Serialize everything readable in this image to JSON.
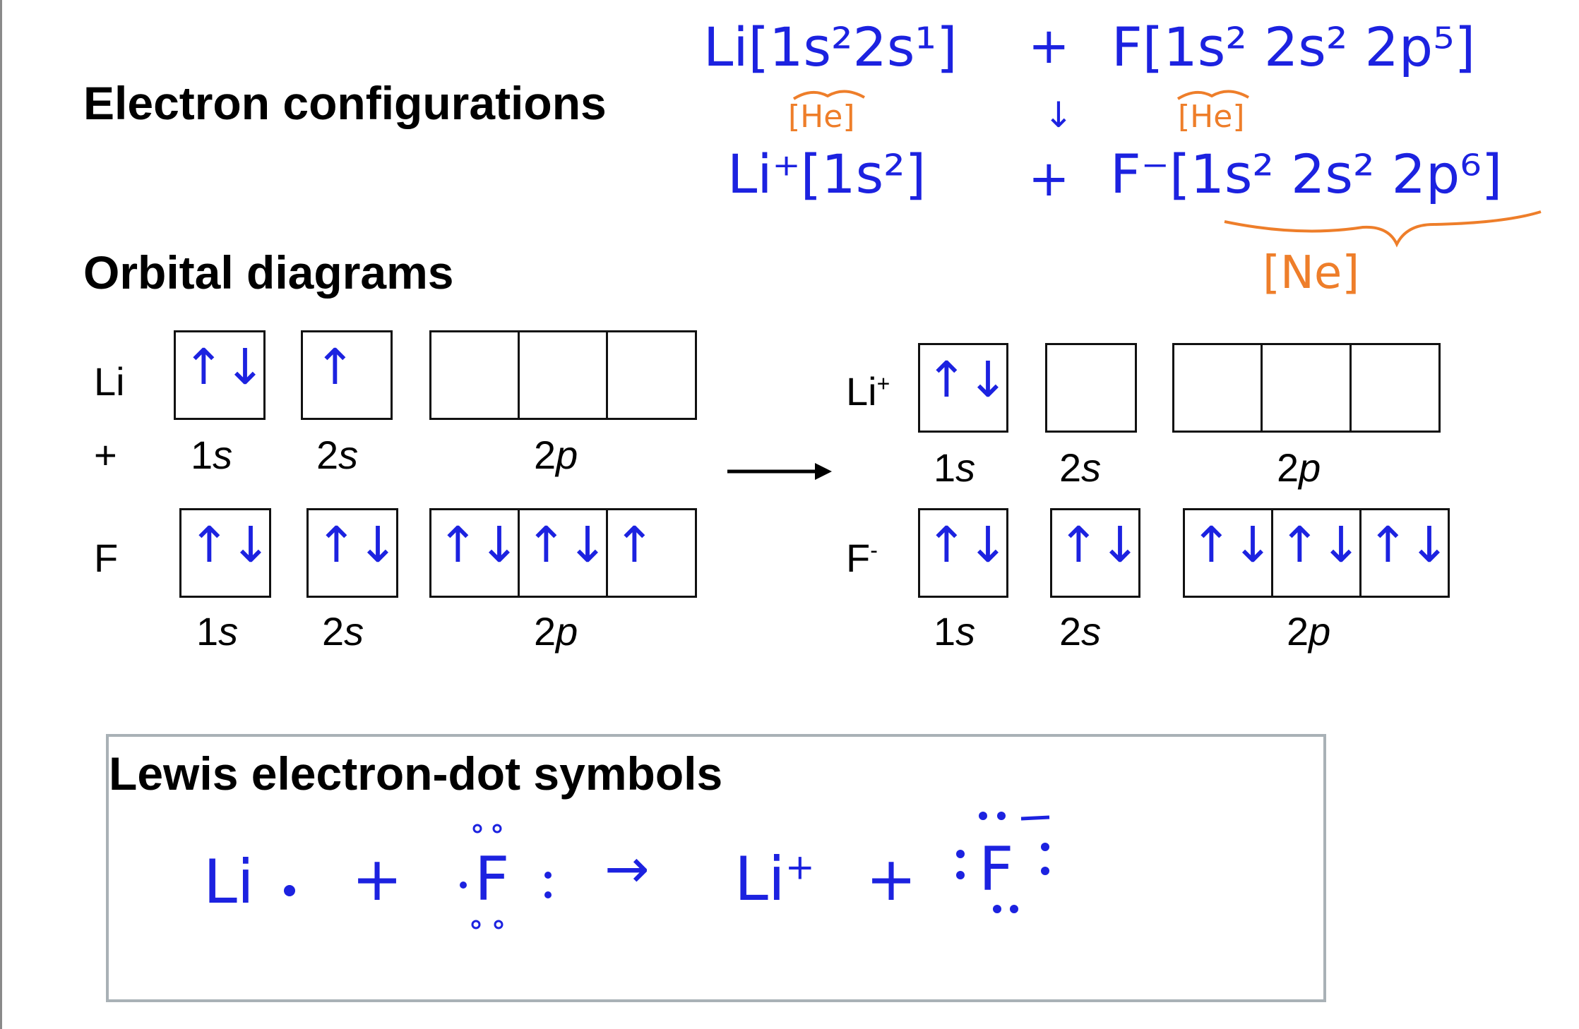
{
  "headings": {
    "electron_configurations": "Electron configurations",
    "orbital_diagrams": "Orbital diagrams",
    "lewis_symbols": "Lewis electron-dot symbols"
  },
  "handwriting": {
    "line1_li": "Li[1s²2s¹]",
    "line1_plus": "+",
    "line1_f": "F[1s² 2s² 2p⁵]",
    "he_note_li": "[He]",
    "he_note_f": "[He]",
    "down_arrow": "↓",
    "line2_li": "Li⁺[1s²]",
    "line2_plus": "+",
    "line2_f": "F⁻[1s² 2s² 2p⁶]",
    "ne_note": "[Ne]"
  },
  "orbitals": {
    "left": {
      "plus": "+",
      "li": {
        "label": "Li",
        "sub_1s": "1",
        "sub_2s": "2",
        "sub_2p": "2",
        "s_letter": "s",
        "p_letter": "p",
        "arrows": {
          "1s": "↑↓",
          "2s": "↑",
          "2p": [
            "",
            "",
            ""
          ]
        }
      },
      "f": {
        "label": "F",
        "sub_1s": "1",
        "sub_2s": "2",
        "sub_2p": "2",
        "s_letter": "s",
        "p_letter": "p",
        "arrows": {
          "1s": "↑↓",
          "2s": "↑↓",
          "2p": [
            "↑↓",
            "↑↓",
            "↑"
          ]
        }
      }
    },
    "reaction_arrow": "→",
    "right": {
      "li_ion": {
        "label": "Li",
        "charge": "+",
        "sub_1s": "1",
        "sub_2s": "2",
        "sub_2p": "2",
        "s_letter": "s",
        "p_letter": "p",
        "arrows": {
          "1s": "↑↓",
          "2s": "",
          "2p": [
            "",
            "",
            ""
          ]
        }
      },
      "f_ion": {
        "label": "F",
        "charge": "-",
        "sub_1s": "1",
        "sub_2s": "2",
        "sub_2p": "2",
        "s_letter": "s",
        "p_letter": "p",
        "arrows": {
          "1s": "↑↓",
          "2s": "↑↓",
          "2p": [
            "↑↓",
            "↑↓",
            "↑↓"
          ]
        }
      }
    }
  },
  "lewis": {
    "li": "Li",
    "plus1": "+",
    "f": "F",
    "arrow": "→",
    "li_ion": "Li",
    "li_charge": "+",
    "plus2": "+",
    "f_ion": "F"
  },
  "colors": {
    "ink_blue": "#1c22e0",
    "ink_orange": "#ee7e2a",
    "frame_gray": "#a9b1b6"
  }
}
